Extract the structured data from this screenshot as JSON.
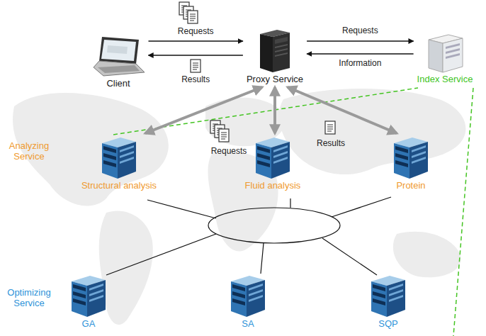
{
  "diagram": {
    "nodes": [
      {
        "text": [
          "Client"
        ]
      },
      {
        "text": [
          "Proxy Service"
        ]
      },
      {
        "text": [
          "Index Service"
        ]
      },
      {
        "text": [
          "Structural analysis"
        ]
      },
      {
        "text": [
          "Fluid analysis"
        ]
      },
      {
        "text": [
          "Protein"
        ]
      },
      {
        "text": [
          "GA"
        ]
      },
      {
        "text": [
          "SA"
        ]
      },
      {
        "text": [
          "SQP"
        ]
      }
    ],
    "edges": [
      {
        "from": 0,
        "to": 1,
        "label": "Requests",
        "arrow": "to"
      },
      {
        "from": 1,
        "to": 0,
        "label": "Results",
        "arrow": "to"
      },
      {
        "from": 1,
        "to": 2,
        "label": "Requests",
        "arrow": "to"
      },
      {
        "from": 2,
        "to": 1,
        "label": "Information",
        "arrow": "to"
      },
      {
        "from": 1,
        "to": 3,
        "arrow": "both"
      },
      {
        "from": 1,
        "to": 4,
        "arrow": "both"
      },
      {
        "from": 1,
        "to": 5,
        "arrow": "both"
      }
    ],
    "labels": [
      "Analyzing Service",
      "Optimizing Service",
      "Requests",
      "Results"
    ]
  }
}
